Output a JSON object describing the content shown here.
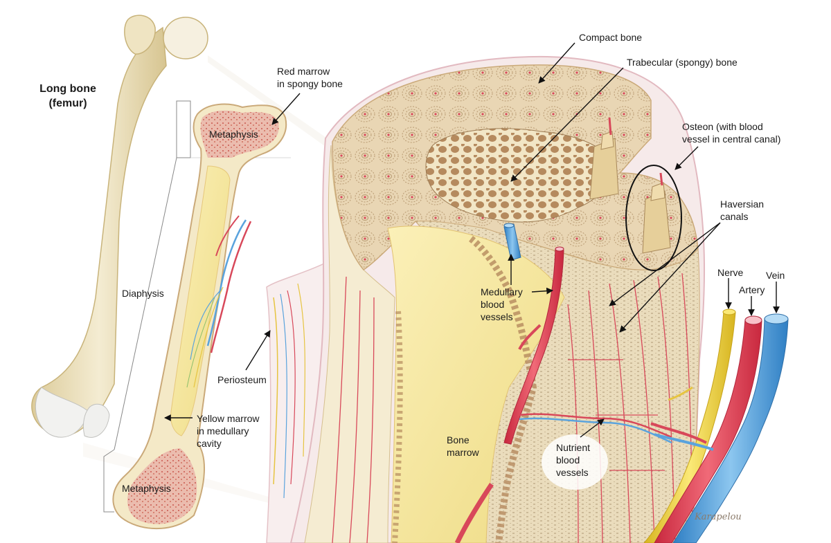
{
  "figure": {
    "title": "Long bone\n(femur)",
    "signature": "Karapelou"
  },
  "labels": {
    "compact_bone": "Compact bone",
    "trabecular_bone": "Trabecular (spongy) bone",
    "red_marrow": "Red marrow\nin spongy bone",
    "metaphysis_top": "Metaphysis",
    "metaphysis_bottom": "Metaphysis",
    "diaphysis": "Diaphysis",
    "yellow_marrow": "Yellow marrow\nin medullary\ncavity",
    "periosteum": "Periosteum",
    "medullary_vessels": "Medullary\nblood\nvessels",
    "bone_marrow": "Bone\nmarrow",
    "nutrient_vessels": "Nutrient\nblood\nvessels",
    "osteon": "Osteon (with blood\nvessel in central canal)",
    "haversian_canals": "Haversian\ncanals",
    "nerve": "Nerve",
    "artery": "Artery",
    "vein": "Vein"
  },
  "colors": {
    "bone": "#efe6c8",
    "bone_shade": "#d9c9a0",
    "marrow_red": "#e8b3a4",
    "marrow_yellow": "#f5e9a8",
    "artery": "#e0465a",
    "vein": "#5aa3dd",
    "nerve": "#f2d64a",
    "periosteum": "#f3dede"
  }
}
